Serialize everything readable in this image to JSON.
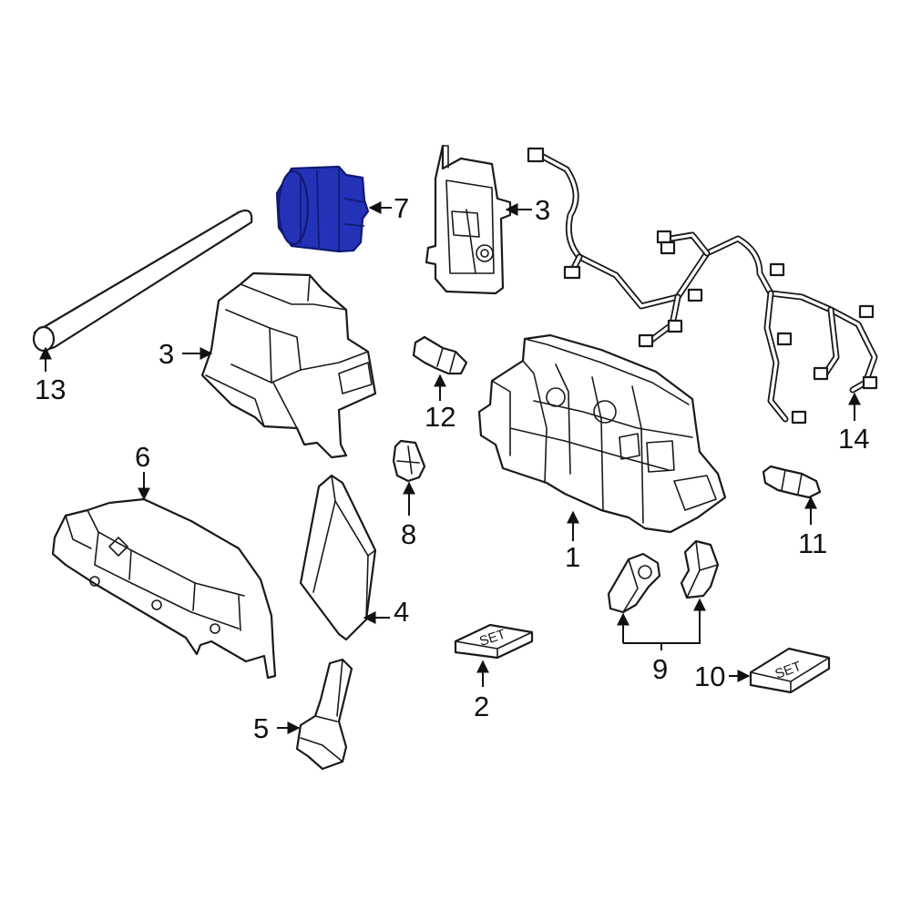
{
  "diagram": {
    "callouts": [
      {
        "id": "1",
        "label": "1"
      },
      {
        "id": "2",
        "label": "2"
      },
      {
        "id": "3a",
        "label": "3"
      },
      {
        "id": "3b",
        "label": "3"
      },
      {
        "id": "4",
        "label": "4"
      },
      {
        "id": "5",
        "label": "5"
      },
      {
        "id": "6",
        "label": "6"
      },
      {
        "id": "7",
        "label": "7"
      },
      {
        "id": "8",
        "label": "8"
      },
      {
        "id": "9",
        "label": "9"
      },
      {
        "id": "10",
        "label": "10"
      },
      {
        "id": "11",
        "label": "11"
      },
      {
        "id": "12",
        "label": "12"
      },
      {
        "id": "13",
        "label": "13"
      },
      {
        "id": "14",
        "label": "14"
      }
    ],
    "set_labels": {
      "box_2": "SET",
      "box_10": "SET"
    },
    "highlight_color": "#2432b8",
    "line_color": "#1a1a1a"
  }
}
